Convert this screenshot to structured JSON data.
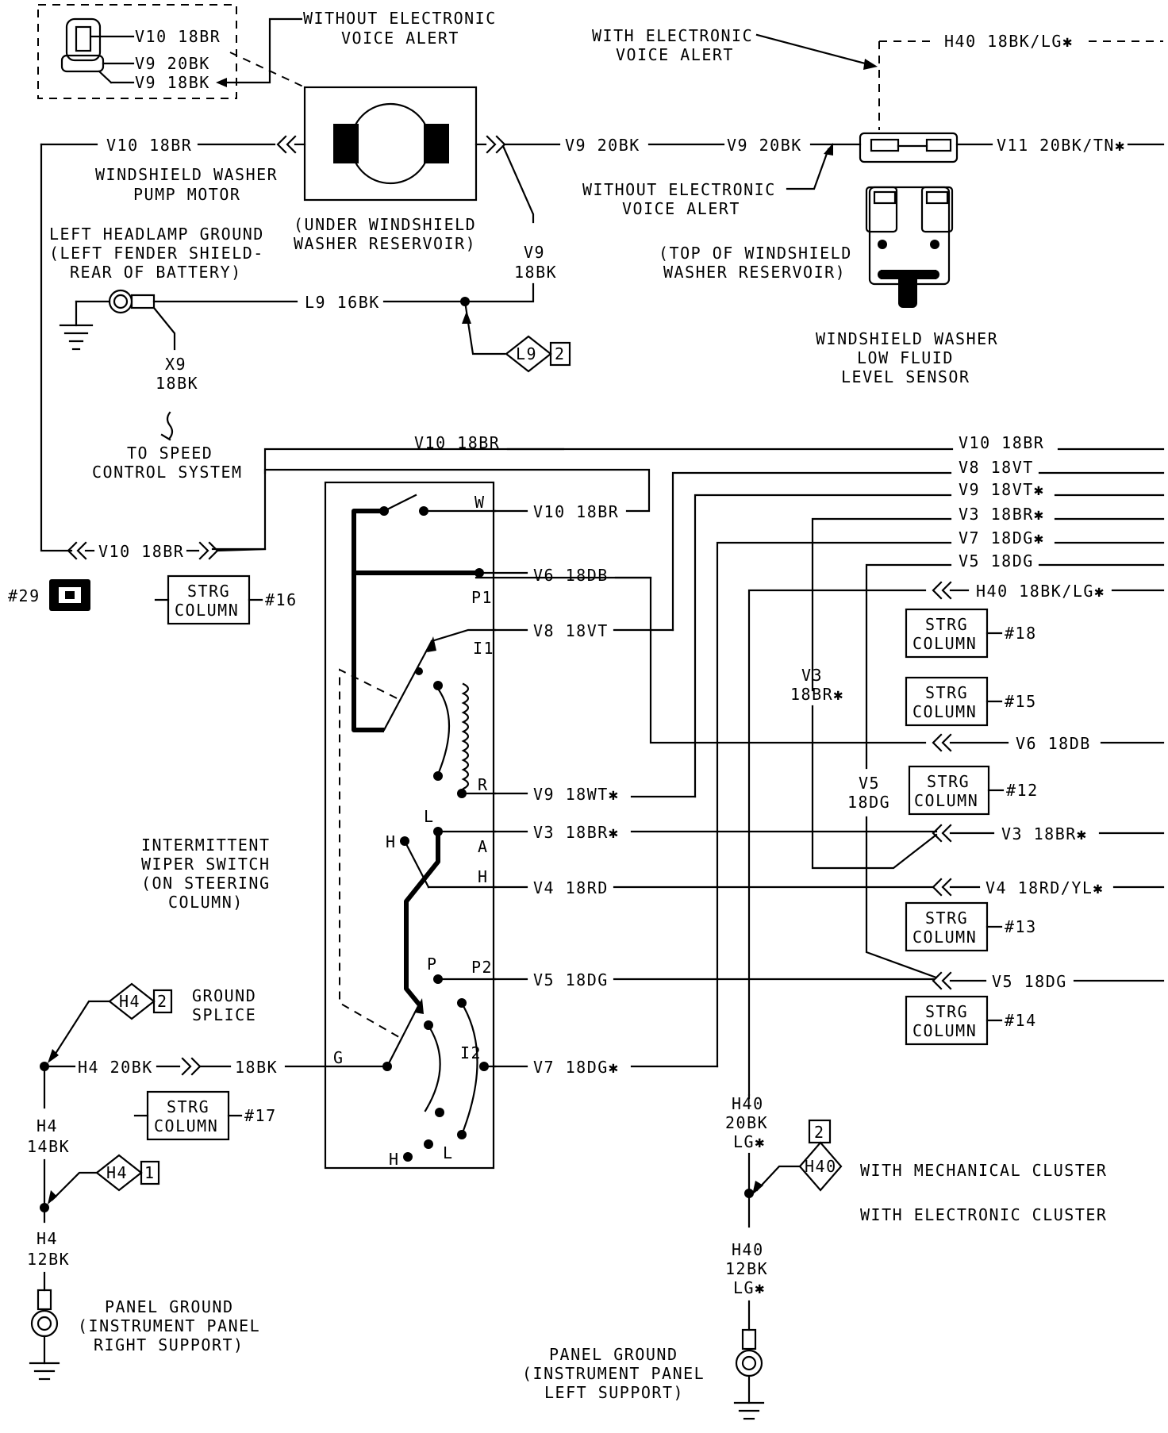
{
  "texts": {
    "wire_v10_18br": "V10 18BR",
    "wire_v9_20bk": "V9 20BK",
    "wire_v9_18bk": "V9 18BK",
    "without_eva_1": "WITHOUT ELECTRONIC",
    "without_eva_2": "VOICE ALERT",
    "with_eva_1": "WITH ELECTRONIC",
    "with_eva_2": "VOICE ALERT",
    "wire_h40_18bk_lg": "H40 18BK/LG✱",
    "wire_v11_20bk_tn": "V11 20BK/TN✱",
    "pump_motor_1": "WINDSHIELD WASHER",
    "pump_motor_2": "PUMP MOTOR",
    "under_reservoir_1": "(UNDER WINDSHIELD",
    "under_reservoir_2": "WASHER RESERVOIR)",
    "v9": "V9",
    "18bk": "18BK",
    "left_headlamp_ground_1": "LEFT HEADLAMP GROUND",
    "left_headlamp_ground_2": "(LEFT FENDER SHIELD-",
    "left_headlamp_ground_3": "REAR OF BATTERY)",
    "top_reservoir_1": "(TOP OF WINDSHIELD",
    "top_reservoir_2": "WASHER RESERVOIR)",
    "wire_l9_16bk": "L9 16BK",
    "l9": "L9",
    "num_2": "2",
    "num_1": "1",
    "low_fluid_1": "WINDSHIELD WASHER",
    "low_fluid_2": "LOW FLUID",
    "low_fluid_3": "LEVEL SENSOR",
    "x9": "X9",
    "to_speed_1": "TO SPEED",
    "to_speed_2": "CONTROL SYSTEM",
    "wire_v8_18vt": "V8 18VT",
    "wire_v9_18vt": "V9 18VT✱",
    "wire_v3_18br": "V3 18BR✱",
    "wire_v7_18dg": "V7 18DG✱",
    "wire_v5_18dg": "V5 18DG",
    "wire_h40_18bk_lg_2": "H40 18BK/LG✱",
    "wire_v6_18db": "V6 18DB",
    "wire_v9_18wt": "V9 18WT✱",
    "wire_v4_18rd": "V4 18RD",
    "wire_v4_18rd_yl": "V4 18RD/YL✱",
    "ref_29": "#29",
    "strg": "STRG",
    "column": "COLUMN",
    "ref_16": "#16",
    "ref_18": "#18",
    "ref_15": "#15",
    "ref_12": "#12",
    "ref_13": "#13",
    "ref_14": "#14",
    "ref_17": "#17",
    "v3": "V3",
    "18br_star": "18BR✱",
    "v5": "V5",
    "18dg": "18DG",
    "term_w": "W",
    "term_p1": "P1",
    "term_i1": "I1",
    "term_r": "R",
    "term_l": "L",
    "term_a": "A",
    "term_h": "H",
    "term_p": "P",
    "term_p2": "P2",
    "term_i2": "I2",
    "term_g": "G",
    "intermittent_1": "INTERMITTENT",
    "intermittent_2": "WIPER SWITCH",
    "intermittent_3": "(ON STEERING",
    "intermittent_4": "COLUMN)",
    "h4": "H4",
    "ground_splice_1": "GROUND",
    "ground_splice_2": "SPLICE",
    "wire_h4_20bk": "H4 20BK",
    "18bk_plain": "18BK",
    "14bk": "14BK",
    "12bk": "12BK",
    "h40": "H40",
    "20bk": "20BK",
    "lg_star": "LG✱",
    "with_mech_cluster": "WITH MECHANICAL CLUSTER",
    "with_elec_cluster": "WITH ELECTRONIC CLUSTER",
    "panel_ground_right_1": "PANEL GROUND",
    "panel_ground_right_2": "(INSTRUMENT PANEL",
    "panel_ground_right_3": "RIGHT SUPPORT)",
    "panel_ground_left_1": "PANEL GROUND",
    "panel_ground_left_2": "(INSTRUMENT PANEL",
    "panel_ground_left_3": "LEFT SUPPORT)"
  }
}
